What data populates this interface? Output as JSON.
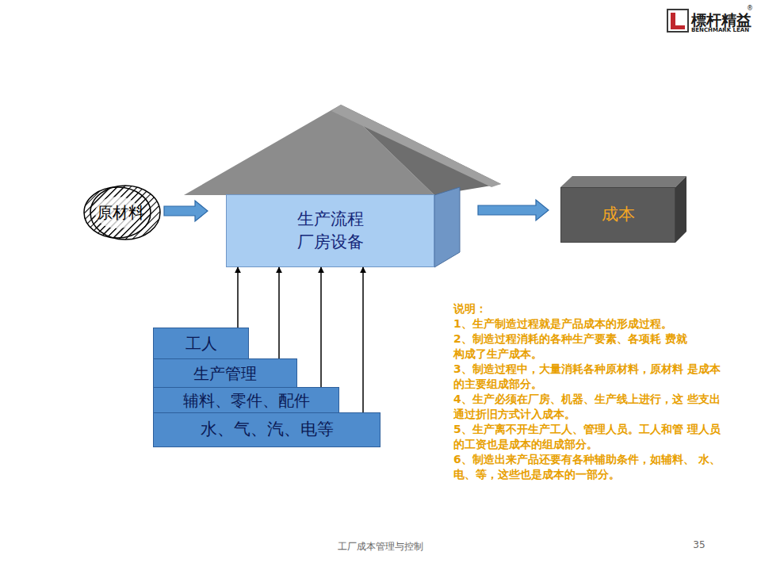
{
  "diagram": {
    "nodes": [
      {
        "text": [
          "原材料"
        ]
      },
      {
        "text": [
          "生产流程 厂房设备"
        ]
      },
      {
        "text": [
          "成本"
        ]
      },
      {
        "text": [
          "工人"
        ]
      },
      {
        "text": [
          "生产管理"
        ]
      },
      {
        "text": [
          "辅料、零件、配件"
        ]
      },
      {
        "text": [
          "水、气、汽、电等"
        ]
      }
    ],
    "edges": [
      {
        "from": 0,
        "to": 1,
        "arrow": "to"
      },
      {
        "from": 1,
        "to": 2,
        "arrow": "to"
      },
      {
        "from": 3,
        "to": 1,
        "arrow": "to"
      },
      {
        "from": 4,
        "to": 1,
        "arrow": "to"
      },
      {
        "from": 5,
        "to": 1,
        "arrow": "to"
      },
      {
        "from": 6,
        "to": 1,
        "arrow": "to"
      }
    ],
    "labels": [
      "標杆精益",
      "BENCHMARK LEAN",
      "®",
      "说明：",
      "1、生产制造过程就是产品成本的形成过程。",
      "2、制造过程消耗的各种生产要素、各项耗 费就构成了生产成本。",
      "3、制造过程中，大量消耗各种原材料，原材料 是成本的主要组成部分。",
      "4、生产必须在厂房、机器、生产线上进行，这 些支出通过折旧方式计入成本。",
      "5、生产离不开生产工人、管理人员。工人和管 理人员的工资也是成本的组成部分。",
      "6、制造出来产品还要有各种辅助条件，如辅料、 水、电、等，这些也是成本的一部分。",
      "工厂成本管理与控制",
      "35"
    ]
  }
}
